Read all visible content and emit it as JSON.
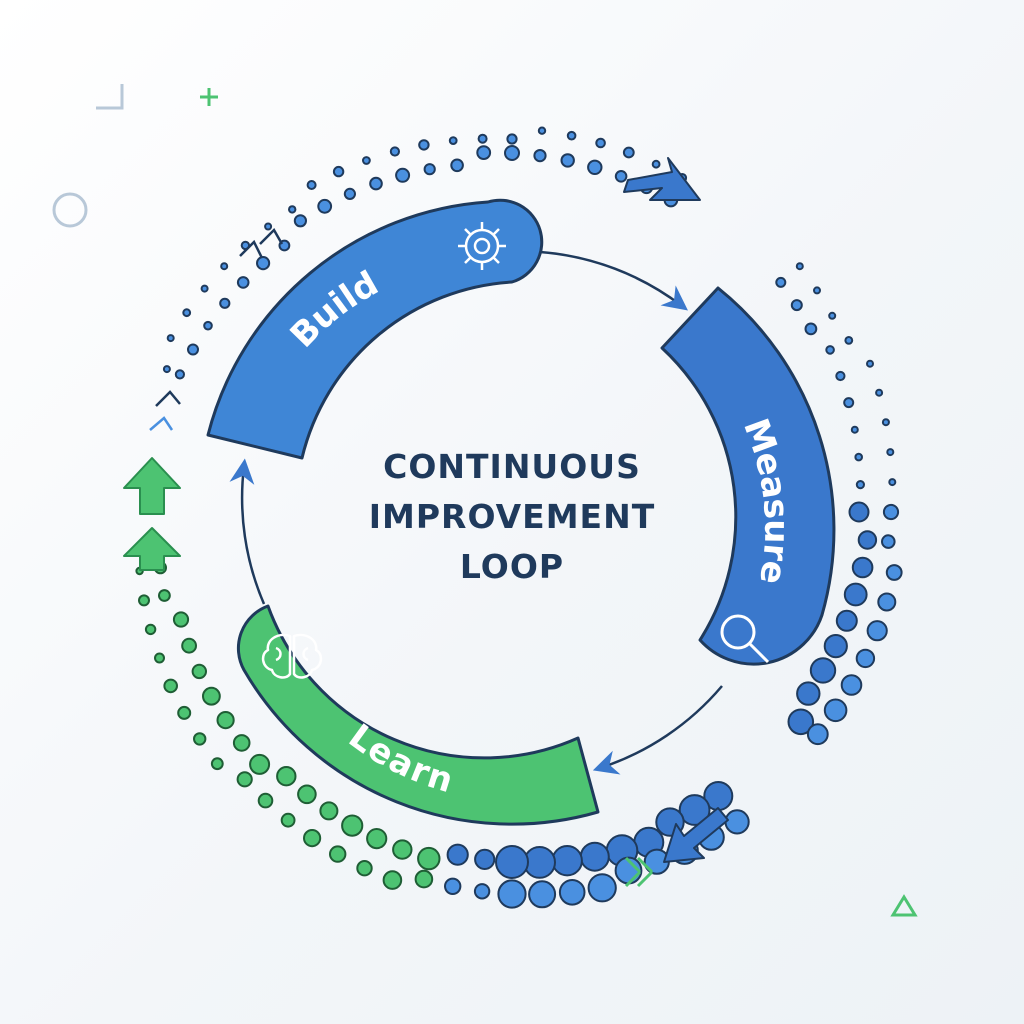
{
  "title_lines": [
    "CONTINUOUS",
    "IMPROVEMENT",
    "LOOP"
  ],
  "stages": [
    {
      "label": "Build",
      "icon": "gear-icon",
      "color": "#3f86d6"
    },
    {
      "label": "Measure",
      "icon": "magnifier-icon",
      "color": "#3a78cc"
    },
    {
      "label": "Learn",
      "icon": "brain-icon",
      "color": "#4dc372"
    }
  ],
  "colors": {
    "outline": "#1f3a5c",
    "blue": "#3a78cc",
    "blue_light": "#4a90e0",
    "green": "#4dc372",
    "decor": "#b8c8d8"
  }
}
